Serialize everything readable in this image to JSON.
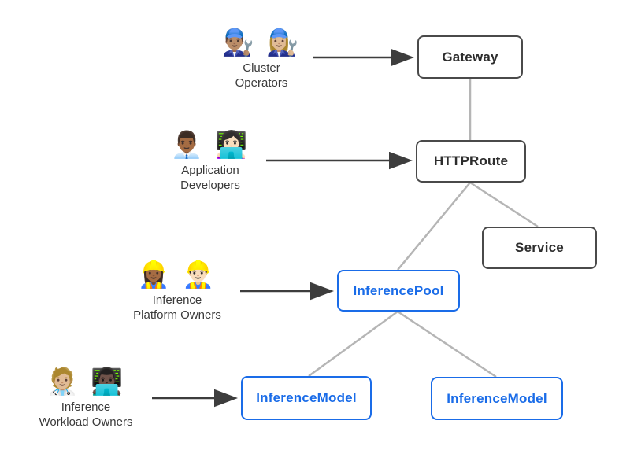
{
  "personas": [
    {
      "id": "cluster-operators",
      "emojis": "👨🏽‍🔧 👩🏼‍🔧",
      "line1": "Cluster",
      "line2": "Operators"
    },
    {
      "id": "application-developers",
      "emojis": "👨🏾‍💼 👩🏻‍💻",
      "line1": "Application",
      "line2": "Developers"
    },
    {
      "id": "inference-platform-owners",
      "emojis": "👷🏾‍♀️ 👷🏻‍♂️",
      "line1": "Inference",
      "line2": "Platform Owners"
    },
    {
      "id": "inference-workload-owners",
      "emojis": "🧑🏼‍⚕️ 👨🏿‍💻",
      "line1": "Inference",
      "line2": "Workload Owners"
    }
  ],
  "nodes": {
    "gateway": {
      "label": "Gateway",
      "kind": "core"
    },
    "httproute": {
      "label": "HTTPRoute",
      "kind": "core"
    },
    "service": {
      "label": "Service",
      "kind": "core"
    },
    "inferencepool": {
      "label": "InferencePool",
      "kind": "extension"
    },
    "inferencemodel_left": {
      "label": "InferenceModel",
      "kind": "extension"
    },
    "inferencemodel_right": {
      "label": "InferenceModel",
      "kind": "extension"
    }
  },
  "edges": [
    {
      "from": "gateway",
      "to": "httproute"
    },
    {
      "from": "httproute",
      "to": "inferencepool"
    },
    {
      "from": "httproute",
      "to": "service"
    },
    {
      "from": "inferencepool",
      "to": "inferencemodel_left"
    },
    {
      "from": "inferencepool",
      "to": "inferencemodel_right"
    }
  ],
  "arrows": [
    {
      "from": "cluster-operators",
      "to": "gateway"
    },
    {
      "from": "application-developers",
      "to": "httproute"
    },
    {
      "from": "inference-platform-owners",
      "to": "inferencepool"
    },
    {
      "from": "inference-workload-owners",
      "to": "inferencemodel_left"
    }
  ],
  "colors": {
    "background": "#ffffff",
    "core_border": "#4a4a4a",
    "core_text": "#2d2d2d",
    "extension_blue": "#1a6ce8",
    "connector_gray": "#b5b5b5",
    "arrow_dark": "#3d3d3d",
    "persona_text": "#3a3a3a"
  }
}
